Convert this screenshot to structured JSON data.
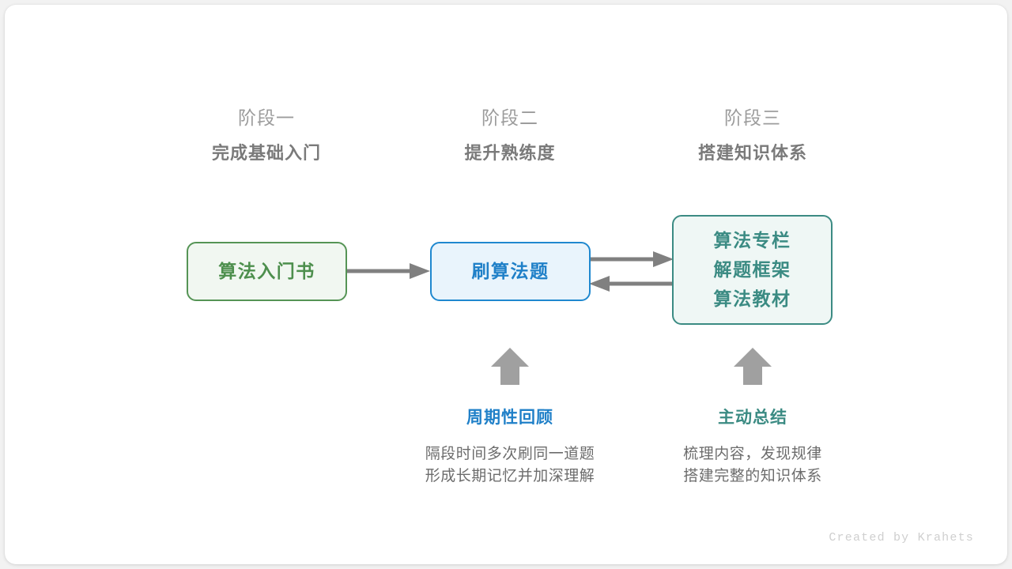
{
  "diagram": {
    "stages": [
      {
        "number": "阶段一",
        "title": "完成基础入门"
      },
      {
        "number": "阶段二",
        "title": "提升熟练度"
      },
      {
        "number": "阶段三",
        "title": "搭建知识体系"
      }
    ],
    "nodes": [
      {
        "id": "book",
        "lines": [
          "算法入门书"
        ],
        "border_color": "#559455",
        "fill_color": "#f1f7f1",
        "text_color": "#4d8f4d"
      },
      {
        "id": "practice",
        "lines": [
          "刷算法题"
        ],
        "border_color": "#1f88cf",
        "fill_color": "#e9f4fc",
        "text_color": "#2080c8"
      },
      {
        "id": "resources",
        "lines": [
          "算法专栏",
          "解题框架",
          "算法教材"
        ],
        "border_color": "#3b8b83",
        "fill_color": "#eff7f5",
        "text_color": "#3b8b83"
      }
    ],
    "connectors": [
      {
        "name": "book-to-practice",
        "direction": "right"
      },
      {
        "name": "practice-to-resources",
        "direction": "right"
      },
      {
        "name": "resources-to-practice",
        "direction": "left"
      },
      {
        "name": "review-up-arrow",
        "direction": "up"
      },
      {
        "name": "summary-up-arrow",
        "direction": "up"
      }
    ],
    "annotations": [
      {
        "id": "review",
        "title": "周期性回顾",
        "color": "#2080c8",
        "desc_lines": [
          "隔段时间多次刷同一道题",
          "形成长期记忆并加深理解"
        ]
      },
      {
        "id": "summary",
        "title": "主动总结",
        "color": "#3b8b83",
        "desc_lines": [
          "梳理内容，发现规律",
          "搭建完整的知识体系"
        ]
      }
    ],
    "footer": "Created by Krahets",
    "arrow_color": "#808080",
    "background_color": "#ffffff"
  }
}
